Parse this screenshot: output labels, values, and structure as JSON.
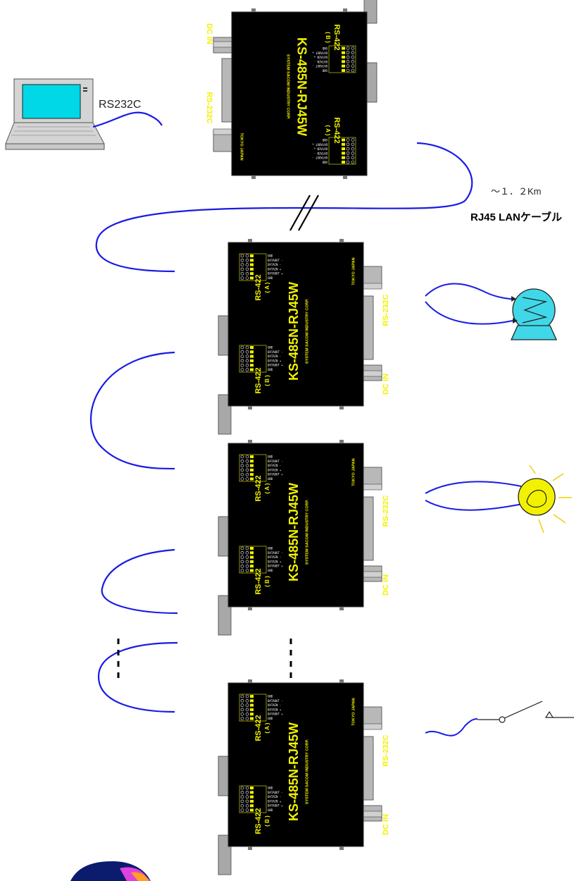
{
  "pc_link_label": "RS232C",
  "distance_label": "～１．２Km",
  "cable_label": "RJ45 LANケーブル",
  "unit": {
    "model": "KS-485N-RJ45W",
    "maker": "SYSTEM SACOM INDUSTRY CORP.",
    "origin": "TOKYO JAPAN",
    "port_232": "RS-232C",
    "power": "DC IN",
    "port_a": "RS-422",
    "port_a_sub": "( A )",
    "port_b": "RS-422",
    "port_b_sub": "( B )",
    "pins_a": [
      "GND",
      "DATAOUT -",
      "DATAIN -",
      "DATAIN +",
      "DATAOUT +",
      "GND"
    ],
    "pins_b": [
      "GND",
      "DATAOUT -",
      "DATAIN -",
      "DATAIN +",
      "DATAOUT +",
      "GND"
    ]
  },
  "colors": {
    "unit_body": "#000000",
    "label_yellow": "#f2f200",
    "cable_blue": "#1a1ae6",
    "connector_gray": "#a8a8a8",
    "screen_cyan": "#00d8e8",
    "motor_cyan": "#40d8e8",
    "lamp_yellow": "#f2f200"
  },
  "devices": [
    "laptop-icon",
    "motor-icon",
    "lamp-icon",
    "switch-icon"
  ]
}
